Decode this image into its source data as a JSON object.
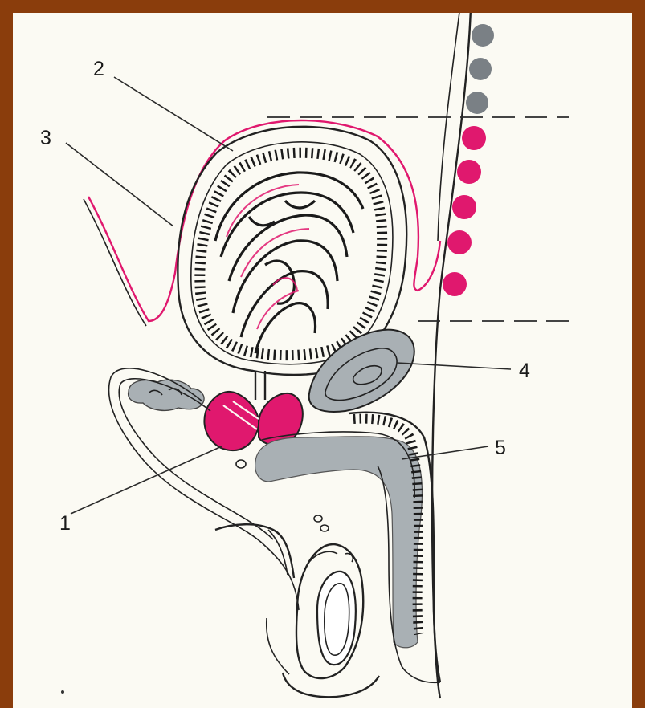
{
  "labels": [
    {
      "id": "1",
      "text": "1"
    },
    {
      "id": "2",
      "text": "2"
    },
    {
      "id": "3",
      "text": "3"
    },
    {
      "id": "4",
      "text": "4"
    },
    {
      "id": "5",
      "text": "5"
    }
  ],
  "colors": {
    "frame": "#8a3d0c",
    "paper": "#fbfaf3",
    "highlight": "#e0186e",
    "grey_tissue": "#a9b0b4",
    "grey_dot": "#7a8085",
    "ink": "#222222"
  },
  "dot_column": {
    "grey_count": 3,
    "magenta_count": 5
  }
}
